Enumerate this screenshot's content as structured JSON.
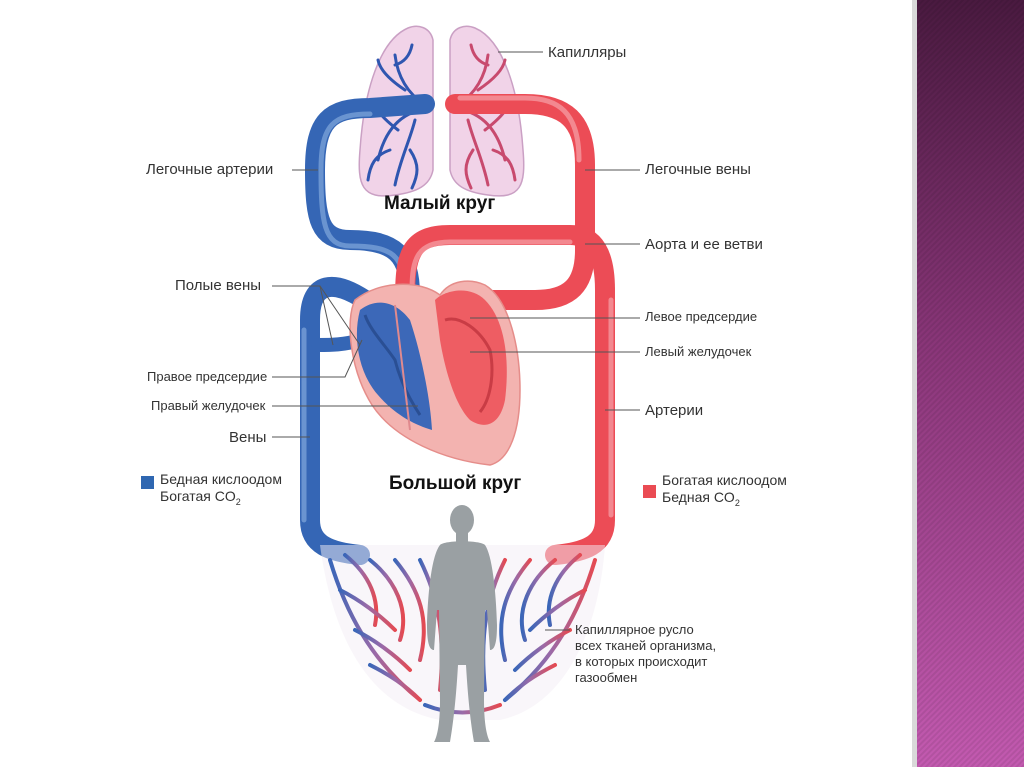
{
  "colors": {
    "oxygen_poor": "#2f67b1",
    "oxygen_rich": "#ea4b53",
    "side_panel": "#7a2e6e"
  },
  "labels": {
    "capillaries": "Капилляры",
    "pulmonary_arteries": "Легочные артерии",
    "pulmonary_veins": "Легочные вены",
    "small_circle": "Малый круг",
    "aorta": "Аорта и ее ветви",
    "vena_cava": "Полые вены",
    "left_atrium": "Левое предсердие",
    "left_ventricle": "Левый желудочек",
    "right_atrium": "Правое предсердие",
    "right_ventricle": "Правый желудочек",
    "arteries": "Артерии",
    "veins": "Вены",
    "large_circle": "Большой круг",
    "capillary_bed": [
      "Капиллярное русло",
      "всех тканей организма,",
      "в которых происходит",
      "газообмен"
    ]
  },
  "legend": {
    "poor": {
      "line1": "Бедная кислоодом",
      "line2_prefix": "Богатая CO",
      "line2_sub": "2"
    },
    "rich": {
      "line1": "Богатая кислоодом",
      "line2_prefix": "Бедная CO",
      "line2_sub": "2"
    }
  }
}
